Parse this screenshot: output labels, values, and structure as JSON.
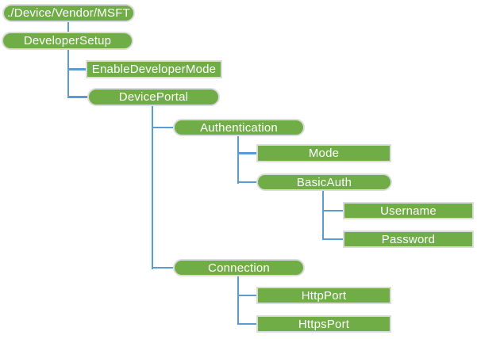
{
  "colors": {
    "background": "#FFFFFF",
    "node_fill": "#70AD47",
    "node_text": "#FFFFFF",
    "node_border": "#DCDCDC",
    "connector": "#5B9BD5"
  },
  "diagram": {
    "type": "tree",
    "nodes": [
      {
        "label": "./Device/Vendor/MSFT",
        "shape": "pill",
        "parent": null
      },
      {
        "label": "DeveloperSetup",
        "shape": "pill",
        "parent": "./Device/Vendor/MSFT"
      },
      {
        "label": "EnableDeveloperMode",
        "shape": "rect",
        "parent": "DeveloperSetup"
      },
      {
        "label": "DevicePortal",
        "shape": "pill",
        "parent": "DeveloperSetup"
      },
      {
        "label": "Authentication",
        "shape": "pill",
        "parent": "DevicePortal"
      },
      {
        "label": "Mode",
        "shape": "rect",
        "parent": "Authentication"
      },
      {
        "label": "BasicAuth",
        "shape": "pill",
        "parent": "Authentication"
      },
      {
        "label": "Username",
        "shape": "rect",
        "parent": "BasicAuth"
      },
      {
        "label": "Password",
        "shape": "rect",
        "parent": "BasicAuth"
      },
      {
        "label": "Connection",
        "shape": "pill",
        "parent": "DevicePortal"
      },
      {
        "label": "HttpPort",
        "shape": "rect",
        "parent": "Connection"
      },
      {
        "label": "HttpsPort",
        "shape": "rect",
        "parent": "Connection"
      }
    ]
  }
}
